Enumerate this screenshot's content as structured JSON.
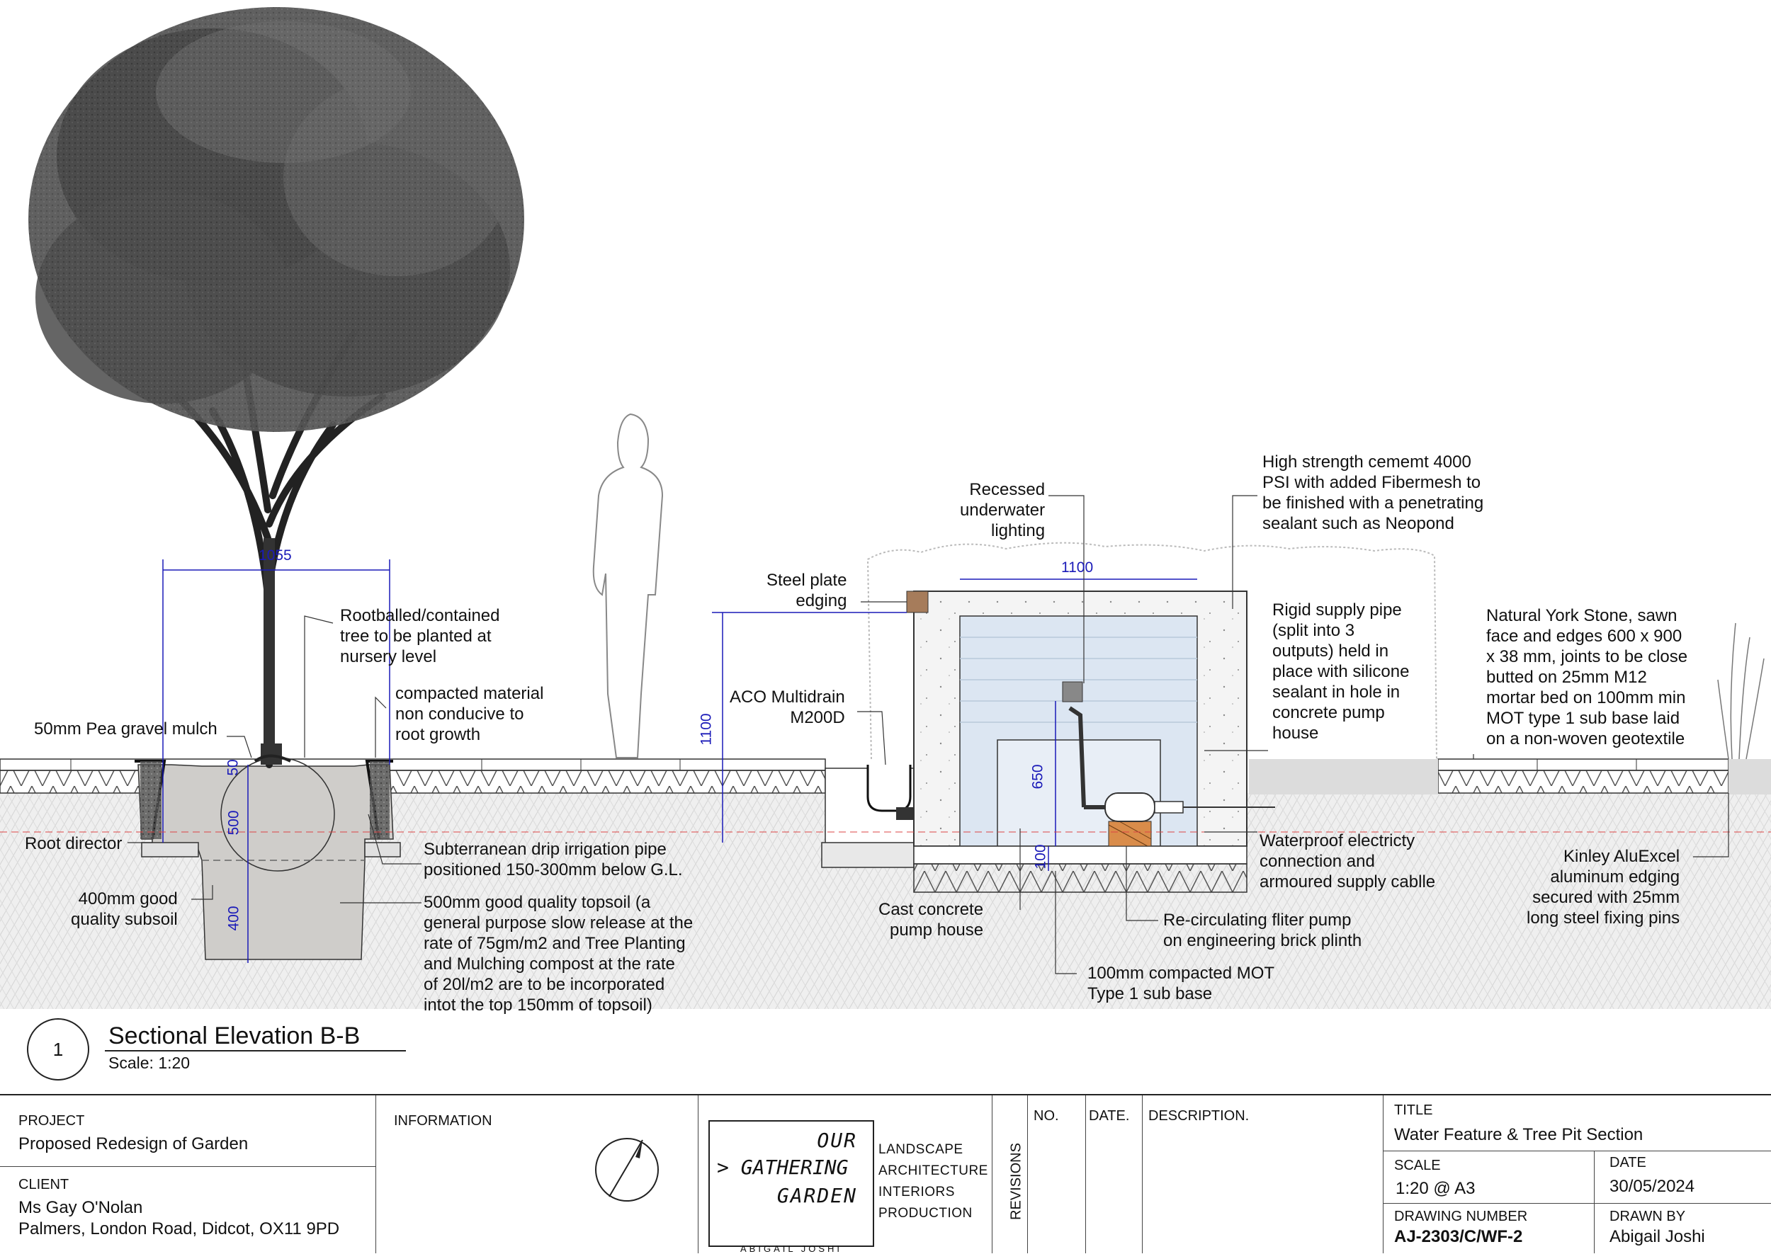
{
  "title_mark": {
    "number": "1",
    "title": "Sectional Elevation B-B",
    "scale": "Scale: 1:20"
  },
  "dimensions": {
    "tree_pit_width": "1055",
    "mulch_depth": "50",
    "topsoil_depth": "500",
    "subsoil_depth": "400",
    "pool_width": "1100",
    "pool_height": "1100",
    "pump_house_height": "650",
    "base_depth": "100"
  },
  "annotations": {
    "rootballed": "Rootballed/contained\ntree to be planted at\nnursery level",
    "compacted": "compacted material\nnon conducive to\nroot growth",
    "gravel_mulch": "50mm Pea gravel mulch",
    "root_director": "Root director",
    "subsoil": "400mm good\nquality subsoil",
    "drip_irrigation": "Subterranean drip irrigation pipe\npositioned 150-300mm below G.L.",
    "topsoil": "500mm good quality topsoil (a\ngeneral purpose slow release at the\nrate of 75gm/m2 and Tree Planting\nand Mulching compost at the rate\nof 20l/m2 are to be incorporated\nintot the top 150mm of topsoil)",
    "recessed_lighting": "Recessed\nunderwater\nlighting",
    "steel_plate": "Steel plate\nedging",
    "aco_drain": "ACO Multidrain\nM200D",
    "cement": "High strength cememt 4000\nPSI with added Fibermesh to\nbe finished with a penetrating\nsealant such as Neopond",
    "rigid_pipe": "Rigid supply pipe\n(split into 3\noutputs) held in\nplace with silicone\nsealant in hole in\nconcrete pump\nhouse",
    "york_stone": "Natural York Stone, sawn\nface and edges 600 x 900\nx 38 mm, joints to be close\nbutted on 25mm M12\nmortar bed on 100mm min\nMOT type 1 sub base laid\non a non-woven geotextile",
    "waterproof": "Waterproof electricty\nconnection and\narmoured supply cablle",
    "kinley": "Kinley AluExcel\naluminum edging\nsecured with 25mm\nlong steel fixing pins",
    "cast_concrete": "Cast concrete\npump house",
    "filter_pump": "Re-circulating fliter pump\non engineering brick plinth",
    "mot_base": "100mm compacted MOT\nType 1 sub base"
  },
  "title_block": {
    "project_label": "PROJECT",
    "project": "Proposed Redesign of Garden",
    "client_label": "CLIENT",
    "client_name": "Ms Gay O'Nolan",
    "client_address": "Palmers, London Road, Didcot, OX11 9PD",
    "information_label": "INFORMATION",
    "logo_lines": [
      "OUR",
      "> GATHERING",
      "GARDEN"
    ],
    "logo_author": "ABIGAIL JOSHI",
    "services": "LANDSCAPE\nARCHITECTURE\nINTERIORS\nPRODUCTION",
    "revisions_label": "REVISIONS",
    "no_label": "NO.",
    "date_col_label": "DATE.",
    "description_label": "DESCRIPTION.",
    "title_label": "TITLE",
    "title": "Water Feature & Tree Pit Section",
    "scale_label": "SCALE",
    "scale": "1:20 @ A3",
    "date_label": "DATE",
    "date": "30/05/2024",
    "drawing_number_label": "DRAWING NUMBER",
    "drawing_number": "AJ-2303/C/WF-2",
    "drawn_by_label": "DRAWN BY",
    "drawn_by": "Abigail Joshi"
  },
  "colors": {
    "dimension": "#1a1ab8",
    "water": "#dce6f2",
    "concrete": "#d9d6d2",
    "edging": "#a67c5b",
    "brick": "#d98c4a"
  }
}
